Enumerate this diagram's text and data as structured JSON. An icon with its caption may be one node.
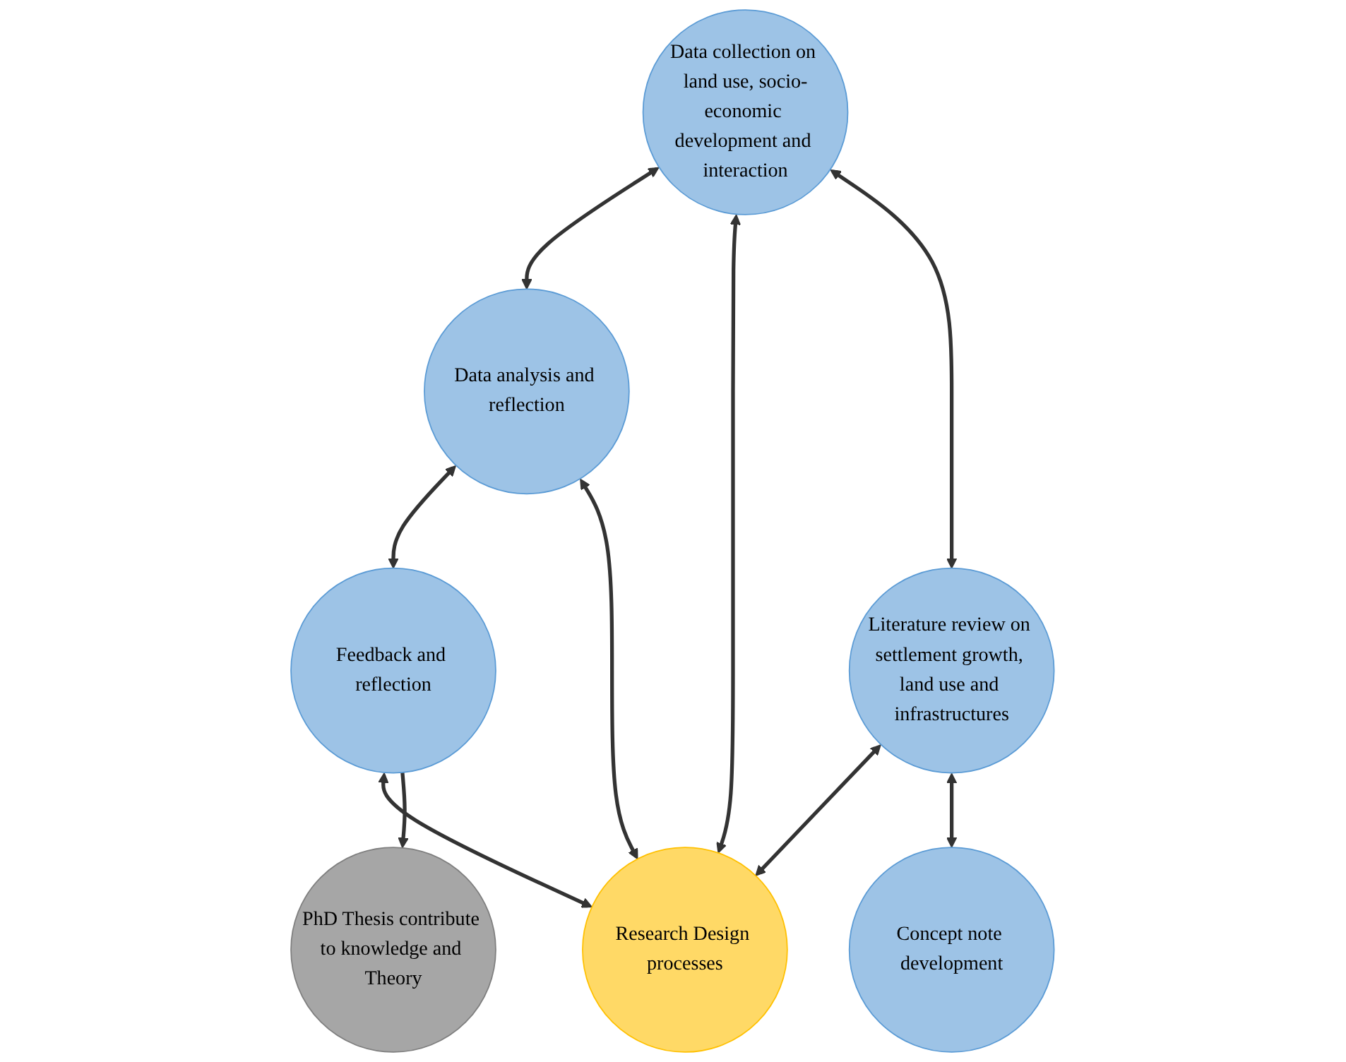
{
  "diagram": {
    "nodes": [
      {
        "text": [
          "Data analysis and reflection"
        ]
      },
      {
        "text": [
          "Data collection on land use, socio-economic development and interaction"
        ]
      },
      {
        "text": [
          "Feedback and reflection"
        ]
      },
      {
        "text": [
          "Research Design processes"
        ]
      },
      {
        "text": [
          "Literature review on settlement growth, land use and infrastructures"
        ]
      },
      {
        "text": [
          "PhD Thesis contribute to knowledge and Theory"
        ]
      },
      {
        "text": [
          "Concept note development"
        ]
      }
    ],
    "edges": [
      {
        "from": 1,
        "to": 0,
        "arrow": "both"
      },
      {
        "from": 0,
        "to": 2,
        "arrow": "both"
      },
      {
        "from": 0,
        "to": 3,
        "arrow": "both"
      },
      {
        "from": 1,
        "to": 3,
        "arrow": "both"
      },
      {
        "from": 2,
        "to": 3,
        "arrow": "both"
      },
      {
        "from": 1,
        "to": 4,
        "arrow": "both"
      },
      {
        "from": 4,
        "to": 3,
        "arrow": "both"
      },
      {
        "from": 2,
        "to": 5,
        "arrow": "to"
      },
      {
        "from": 4,
        "to": 6,
        "arrow": "both"
      }
    ]
  }
}
